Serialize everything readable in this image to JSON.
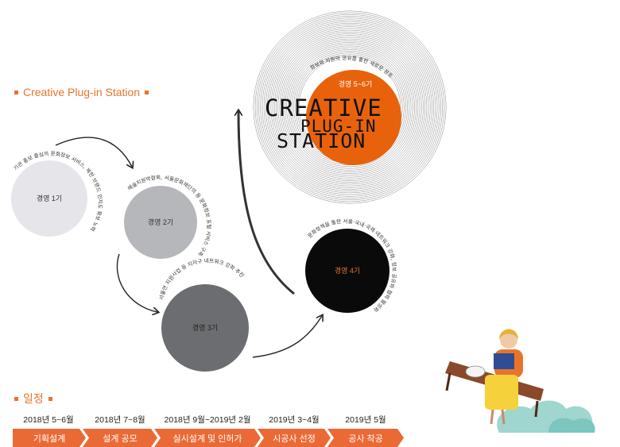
{
  "header": {
    "title": "Creative Plug-in Station"
  },
  "stages": [
    {
      "label": "경영 1기",
      "arc_text": "기관 홍보 중심의 문화정보 서비스, 제한 브랜드 인지도 확보 노력"
    },
    {
      "label": "경영 2기",
      "arc_text": "예술지원박람회, 서울문화재단의 등 문화정보 포털 서비스 구축"
    },
    {
      "label": "경영 3기",
      "arc_text": "서울연 지원사업 등 지자구 네트워크 강화 추진"
    },
    {
      "label": "경영 4기",
      "arc_text": "문화정책을 통한 서울·국내·국제 네트워크 강화, 정보 공유와 협력 활성화"
    },
    {
      "label": "경영 5~6기",
      "arc_text": "정보와 자원의 공유를 통한 새로운 창조"
    }
  ],
  "logo": {
    "line1": "CREATIVE",
    "line2": "PLUG-IN",
    "line3": "STATION"
  },
  "colors": {
    "accent": "#e8742b",
    "stage1": "#e6e6ea",
    "stage2": "#b6b7bb",
    "stage3": "#6b6d70",
    "stage4": "#0a0a0a",
    "stage5": "#e8620c"
  },
  "schedule": {
    "title": "일정",
    "items": [
      {
        "date": "2018년 5~6월",
        "step": "기획설계"
      },
      {
        "date": "2018년 7~8월",
        "step": "설계 공모"
      },
      {
        "date": "2018년 9월~2019년 2월",
        "step": "실시설계 및 인허가"
      },
      {
        "date": "2019년 3~4월",
        "step": "시공사 선정"
      },
      {
        "date": "2019년 5월",
        "step": "공사 착공"
      }
    ]
  }
}
